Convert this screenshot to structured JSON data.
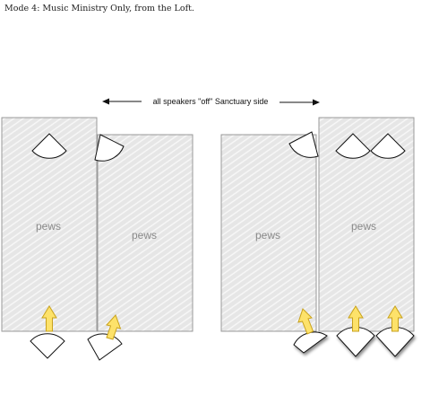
{
  "title": "Mode 4: Music Ministry Only, from the Loft.",
  "arrow_caption": "all speakers \"off\" Sanctuary side",
  "pew_label": "pews",
  "colors": {
    "pew_fill": "#e6e6e6",
    "pew_hatch": "#f8f8f8",
    "pew_border": "#9a9a9a",
    "arrow_fill": "#fde26a",
    "arrow_stroke": "#c9a21c",
    "speaker_fill": "#ffffff",
    "speaker_stroke": "#111111"
  }
}
